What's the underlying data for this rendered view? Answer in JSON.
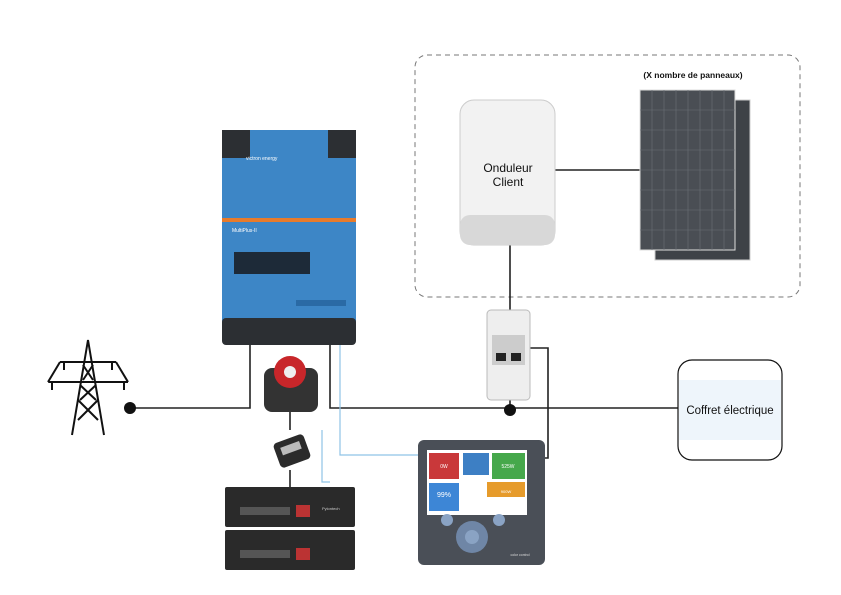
{
  "panels_note": "(X nombre de panneaux)",
  "inverter_client": {
    "line1": "Onduleur",
    "line2": "Client"
  },
  "coffret": "Coffret électrique",
  "multiplus": {
    "brand": "victron energy",
    "model": "MultiPlus-II"
  },
  "color_control": {
    "grid": "0W",
    "pv_inverter": "525W",
    "battery": "99%",
    "ac_loads": "900W",
    "brand": "color control"
  },
  "battery_brand": "Pylontech",
  "colors": {
    "inverter_blue": "#3d86c6",
    "wire": "#222222",
    "comm_wire": "#8fc3e6",
    "switch_red": "#c8262a"
  }
}
